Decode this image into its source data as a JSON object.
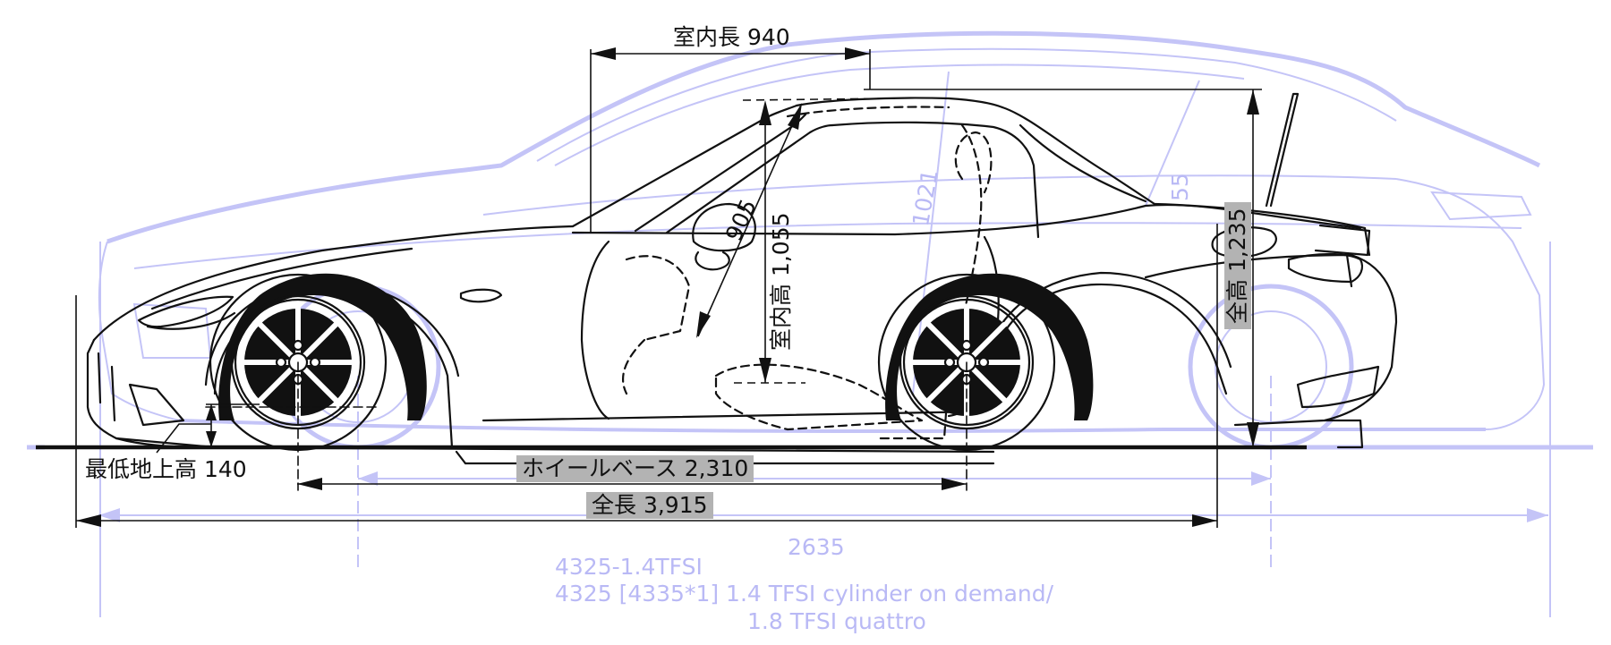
{
  "diagram": {
    "title": "Vehicle side-view dimension drawing",
    "units": "mm",
    "colors": {
      "primary_line": "#111111",
      "ghost_overlay": "#b9b9f5",
      "label_box": "#b3b3b3"
    }
  },
  "dimensions": {
    "interior_length": {
      "label": "室内長 940",
      "value": 940
    },
    "interior_height": {
      "label": "室内高 1,055",
      "value": 1055
    },
    "seat_diagonal": {
      "label": "905",
      "value": 905
    },
    "overall_height": {
      "label": "全高 1,235",
      "value": 1235
    },
    "wheelbase": {
      "label": "ホイールベース 2,310",
      "value": 2310
    },
    "overall_length": {
      "label": "全長 3,915",
      "value": 3915
    },
    "ground_clearance": {
      "label": "最低地上高 140",
      "value": 140
    }
  },
  "ghost_overlay": {
    "label_line_1": "4325-1.4TFSI",
    "label_line_2": "4325 [4335*1] 1.4 TFSI cylinder on demand/",
    "label_line_3": "1.8 TFSI quattro",
    "wheelbase_ghost": "2635",
    "angle_ghost": "55",
    "diagonal_ghost": "1021"
  }
}
